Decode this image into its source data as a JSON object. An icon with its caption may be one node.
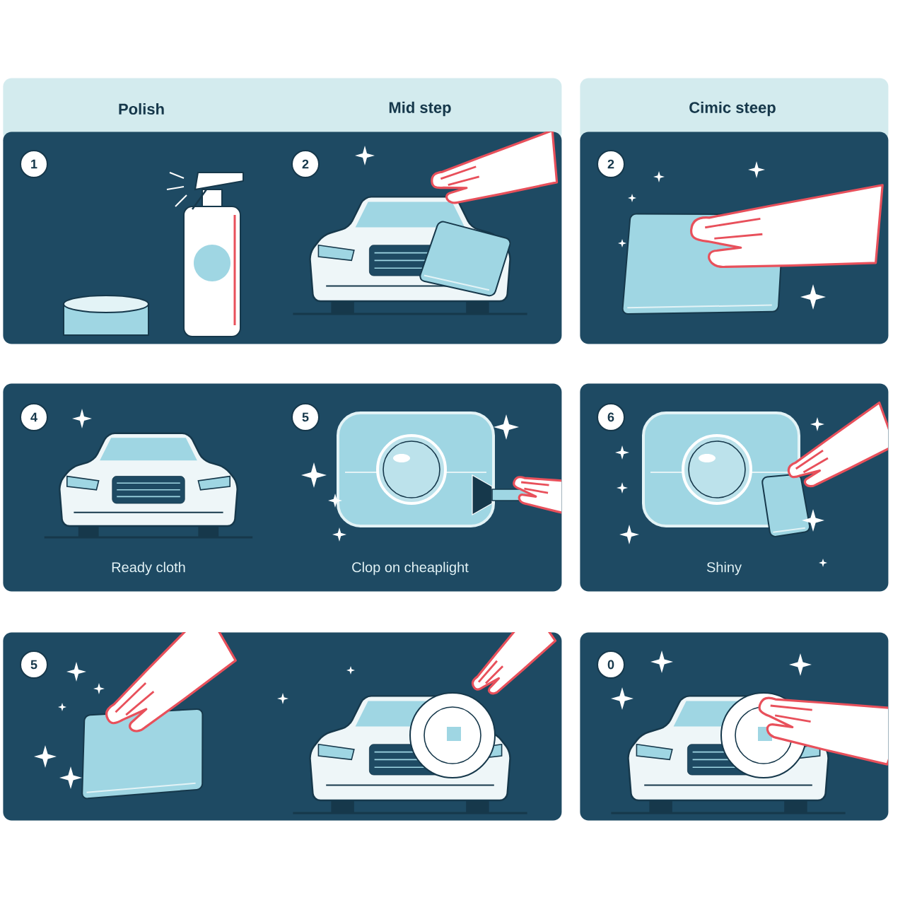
{
  "diagram": {
    "nodes": [
      {
        "text": [
          "Polish",
          "Mid step"
        ]
      },
      {
        "text": [
          "Cimic steep"
        ]
      },
      {
        "text": [],
        "shape": "box"
      },
      {
        "text": [
          "1"
        ],
        "in": 2
      },
      {
        "text": [
          "2"
        ],
        "in": 2
      },
      {
        "text": [],
        "shape": "box"
      },
      {
        "text": [
          "2"
        ],
        "in": 5
      },
      {
        "text": [],
        "shape": "box"
      },
      {
        "text": [
          "4"
        ],
        "in": 7
      },
      {
        "text": [
          "5"
        ],
        "in": 7
      },
      {
        "text": [],
        "shape": "box"
      },
      {
        "text": [
          "6"
        ],
        "in": 10
      },
      {
        "text": [],
        "shape": "box"
      },
      {
        "text": [
          "5"
        ],
        "in": 12
      },
      {
        "text": [],
        "shape": "box"
      },
      {
        "text": [
          "0"
        ],
        "in": 14
      }
    ],
    "labels": [
      "Ready cloth",
      "Clop on cheaplight",
      "Shiny"
    ]
  }
}
